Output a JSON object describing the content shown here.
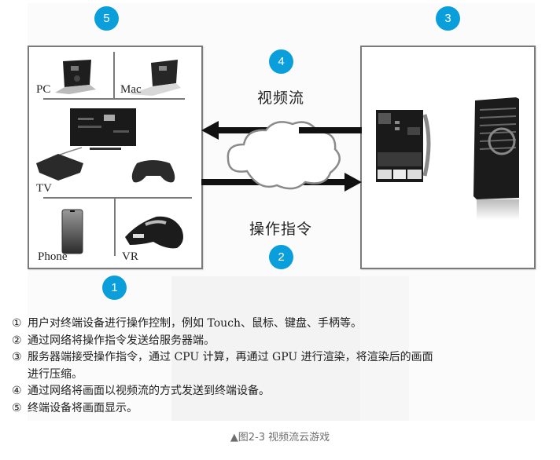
{
  "diagram": {
    "badges": [
      {
        "id": "1",
        "label": "1"
      },
      {
        "id": "2",
        "label": "2"
      },
      {
        "id": "3",
        "label": "3"
      },
      {
        "id": "4",
        "label": "4"
      },
      {
        "id": "5",
        "label": "5"
      }
    ],
    "terminal_devices": [
      {
        "name": "pc",
        "label": "PC"
      },
      {
        "name": "mac",
        "label": "Mac"
      },
      {
        "name": "tv",
        "label": "TV"
      },
      {
        "name": "phone",
        "label": "Phone"
      },
      {
        "name": "vr",
        "label": "VR"
      }
    ],
    "server": {
      "icons": [
        "game-library-screen-icon",
        "server-rack-icon"
      ]
    },
    "flows": {
      "video_stream": {
        "label": "视频流",
        "direction": "server-to-terminal",
        "badge": "4"
      },
      "operation_command": {
        "label": "操作指令",
        "direction": "terminal-to-server",
        "badge": "2"
      }
    },
    "network_icon": "cloud-icon",
    "colors": {
      "badge": "#0a9fda",
      "border": "#7a7a7a",
      "arrow": "#111111",
      "caption": "#6e6e6e"
    }
  },
  "steps": [
    {
      "num": "①",
      "text": "用户对终端设备进行操作控制，例如 Touch、鼠标、键盘、手柄等。"
    },
    {
      "num": "②",
      "text": "通过网络将操作指令发送给服务器端。"
    },
    {
      "num": "③",
      "text": "服务器端接受操作指令，通过 CPU 计算，再通过 GPU 进行渲染，将渲染后的画面",
      "continuation": "进行压缩。"
    },
    {
      "num": "④",
      "text": "通过网络将画面以视频流的方式发送到终端设备。"
    },
    {
      "num": "⑤",
      "text": "终端设备将画面显示。"
    }
  ],
  "caption": "▲图2-3 视频流云游戏"
}
